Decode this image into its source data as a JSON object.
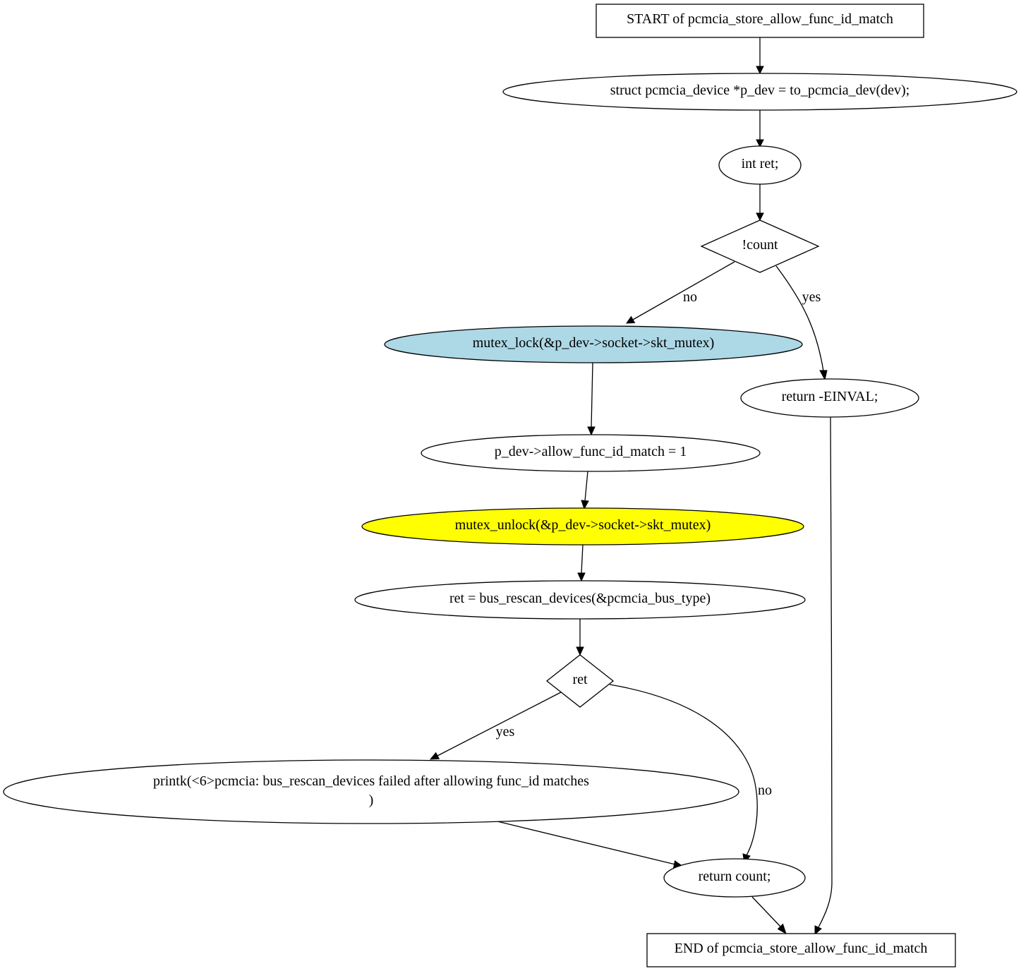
{
  "diagram": {
    "nodes": {
      "start": {
        "label": "START of pcmcia_store_allow_func_id_match",
        "shape": "box",
        "fill": "#ffffff"
      },
      "decl_pdev": {
        "label": "struct pcmcia_device *p_dev = to_pcmcia_dev(dev);",
        "shape": "ellipse",
        "fill": "#ffffff"
      },
      "decl_ret": {
        "label": "int ret;",
        "shape": "ellipse",
        "fill": "#ffffff"
      },
      "cond_count": {
        "label": "!count",
        "shape": "diamond",
        "fill": "#ffffff"
      },
      "mutex_lock": {
        "label": "mutex_lock(&p_dev->socket->skt_mutex)",
        "shape": "ellipse",
        "fill": "#add8e6"
      },
      "return_einval": {
        "label": "return -EINVAL;",
        "shape": "ellipse",
        "fill": "#ffffff"
      },
      "assign_allow": {
        "label": "p_dev->allow_func_id_match = 1",
        "shape": "ellipse",
        "fill": "#ffffff"
      },
      "mutex_unlock": {
        "label": "mutex_unlock(&p_dev->socket->skt_mutex)",
        "shape": "ellipse",
        "fill": "#ffff00"
      },
      "rescan": {
        "label": "ret = bus_rescan_devices(&pcmcia_bus_type)",
        "shape": "ellipse",
        "fill": "#ffffff"
      },
      "cond_ret": {
        "label": "ret",
        "shape": "diamond",
        "fill": "#ffffff"
      },
      "printk": {
        "label_line1": "printk(<6>pcmcia: bus_rescan_devices failed after allowing func_id matches",
        "label_line2": ")",
        "shape": "ellipse",
        "fill": "#ffffff"
      },
      "return_count": {
        "label": "return count;",
        "shape": "ellipse",
        "fill": "#ffffff"
      },
      "end": {
        "label": "END of pcmcia_store_allow_func_id_match",
        "shape": "box",
        "fill": "#ffffff"
      }
    },
    "edges": [
      {
        "from": "start",
        "to": "decl_pdev",
        "label": ""
      },
      {
        "from": "decl_pdev",
        "to": "decl_ret",
        "label": ""
      },
      {
        "from": "decl_ret",
        "to": "cond_count",
        "label": ""
      },
      {
        "from": "cond_count",
        "to": "mutex_lock",
        "label": "no"
      },
      {
        "from": "cond_count",
        "to": "return_einval",
        "label": "yes"
      },
      {
        "from": "mutex_lock",
        "to": "assign_allow",
        "label": ""
      },
      {
        "from": "assign_allow",
        "to": "mutex_unlock",
        "label": ""
      },
      {
        "from": "mutex_unlock",
        "to": "rescan",
        "label": ""
      },
      {
        "from": "rescan",
        "to": "cond_ret",
        "label": ""
      },
      {
        "from": "cond_ret",
        "to": "printk",
        "label": "yes"
      },
      {
        "from": "cond_ret",
        "to": "return_count",
        "label": "no"
      },
      {
        "from": "printk",
        "to": "return_count",
        "label": ""
      },
      {
        "from": "return_count",
        "to": "end",
        "label": ""
      },
      {
        "from": "return_einval",
        "to": "end",
        "label": ""
      }
    ]
  }
}
